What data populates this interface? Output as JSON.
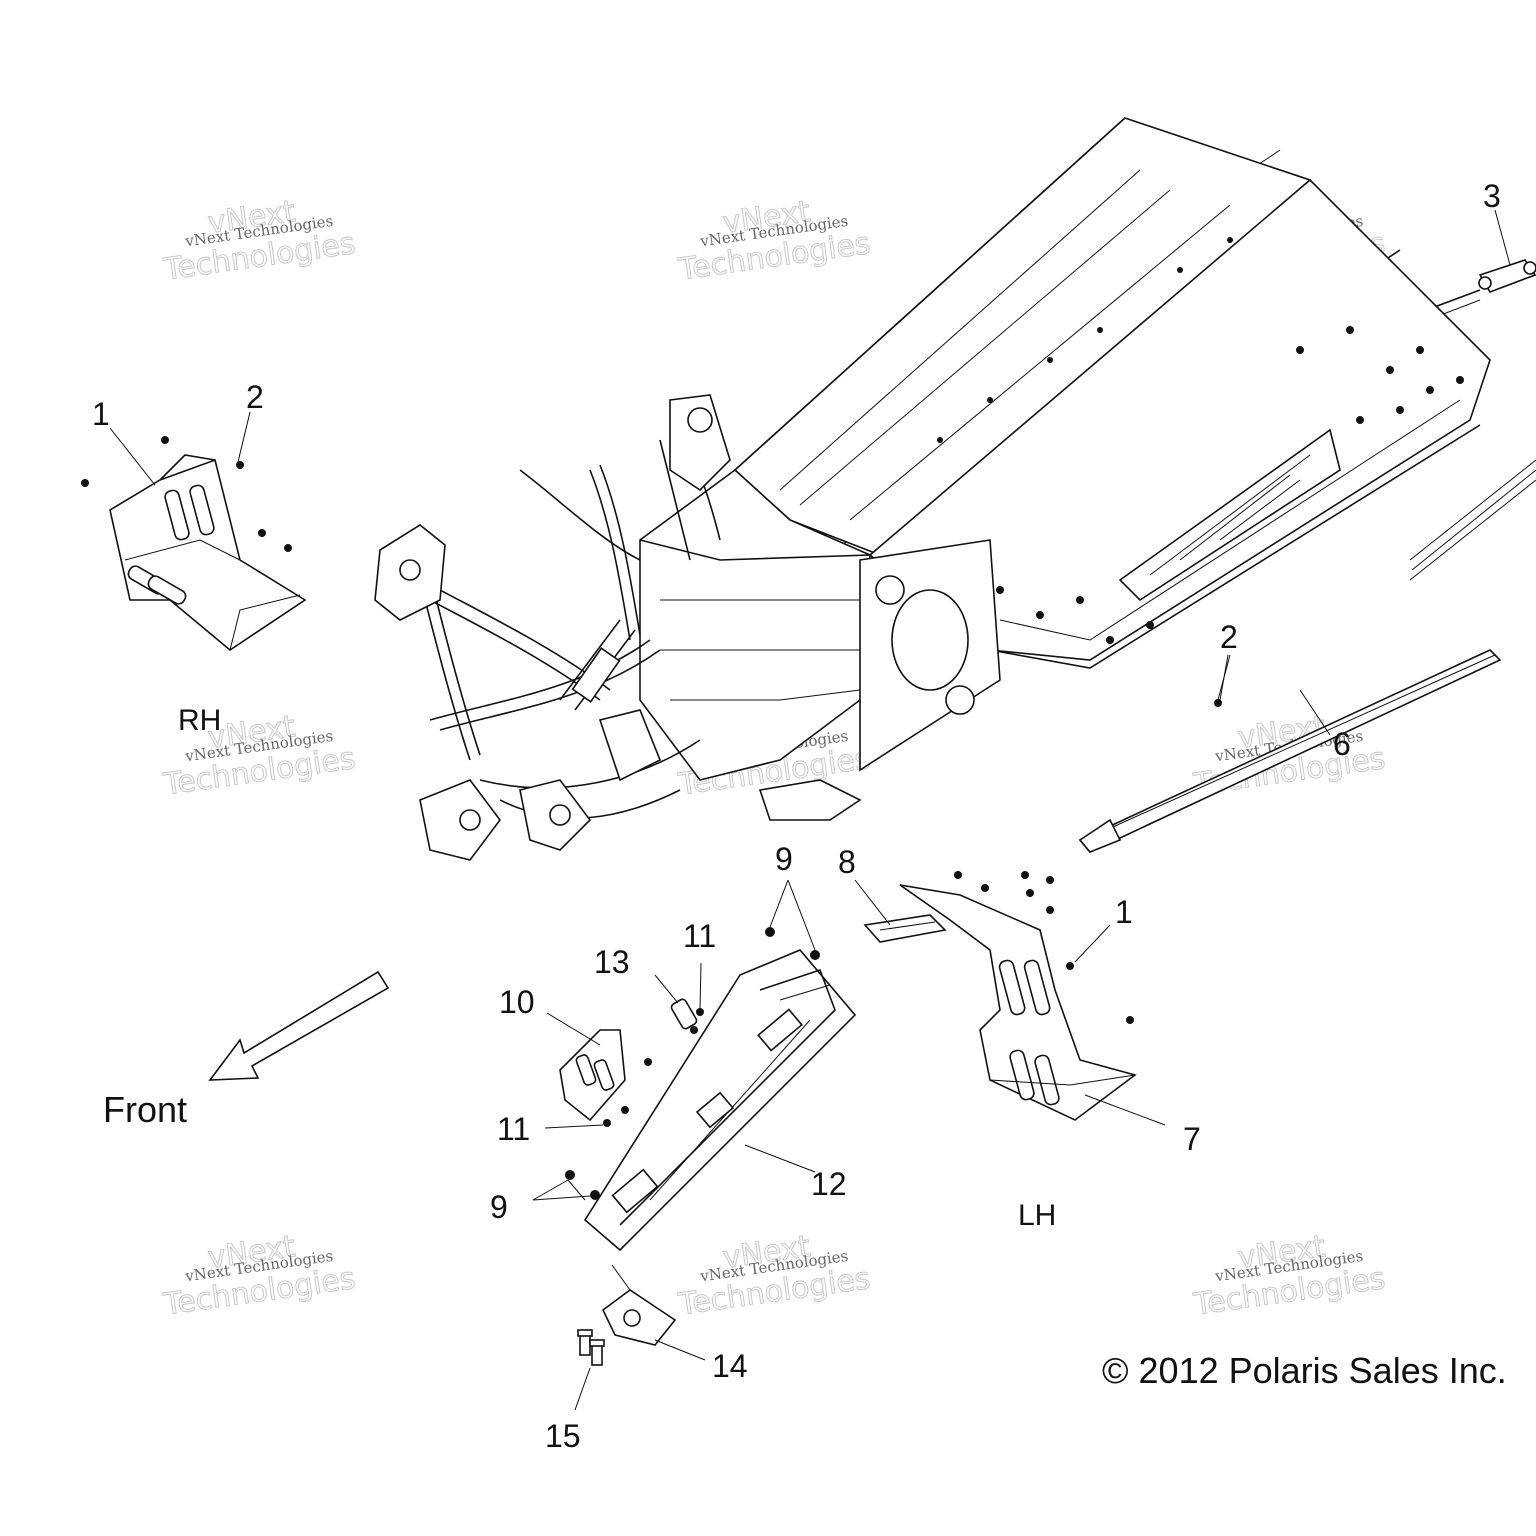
{
  "diagram": {
    "callouts": [
      "1",
      "2",
      "3",
      "2",
      "6",
      "9",
      "8",
      "1",
      "11",
      "13",
      "10",
      "11",
      "7",
      "12",
      "9",
      "14",
      "15"
    ],
    "side_labels": {
      "rh": "RH",
      "lh": "LH"
    },
    "front_label": "Front",
    "copyright": "© 2012 Polaris Sales Inc.",
    "watermark": {
      "brand": "vNext",
      "line1": "vNext Technologies",
      "line2": "Technologies"
    }
  }
}
